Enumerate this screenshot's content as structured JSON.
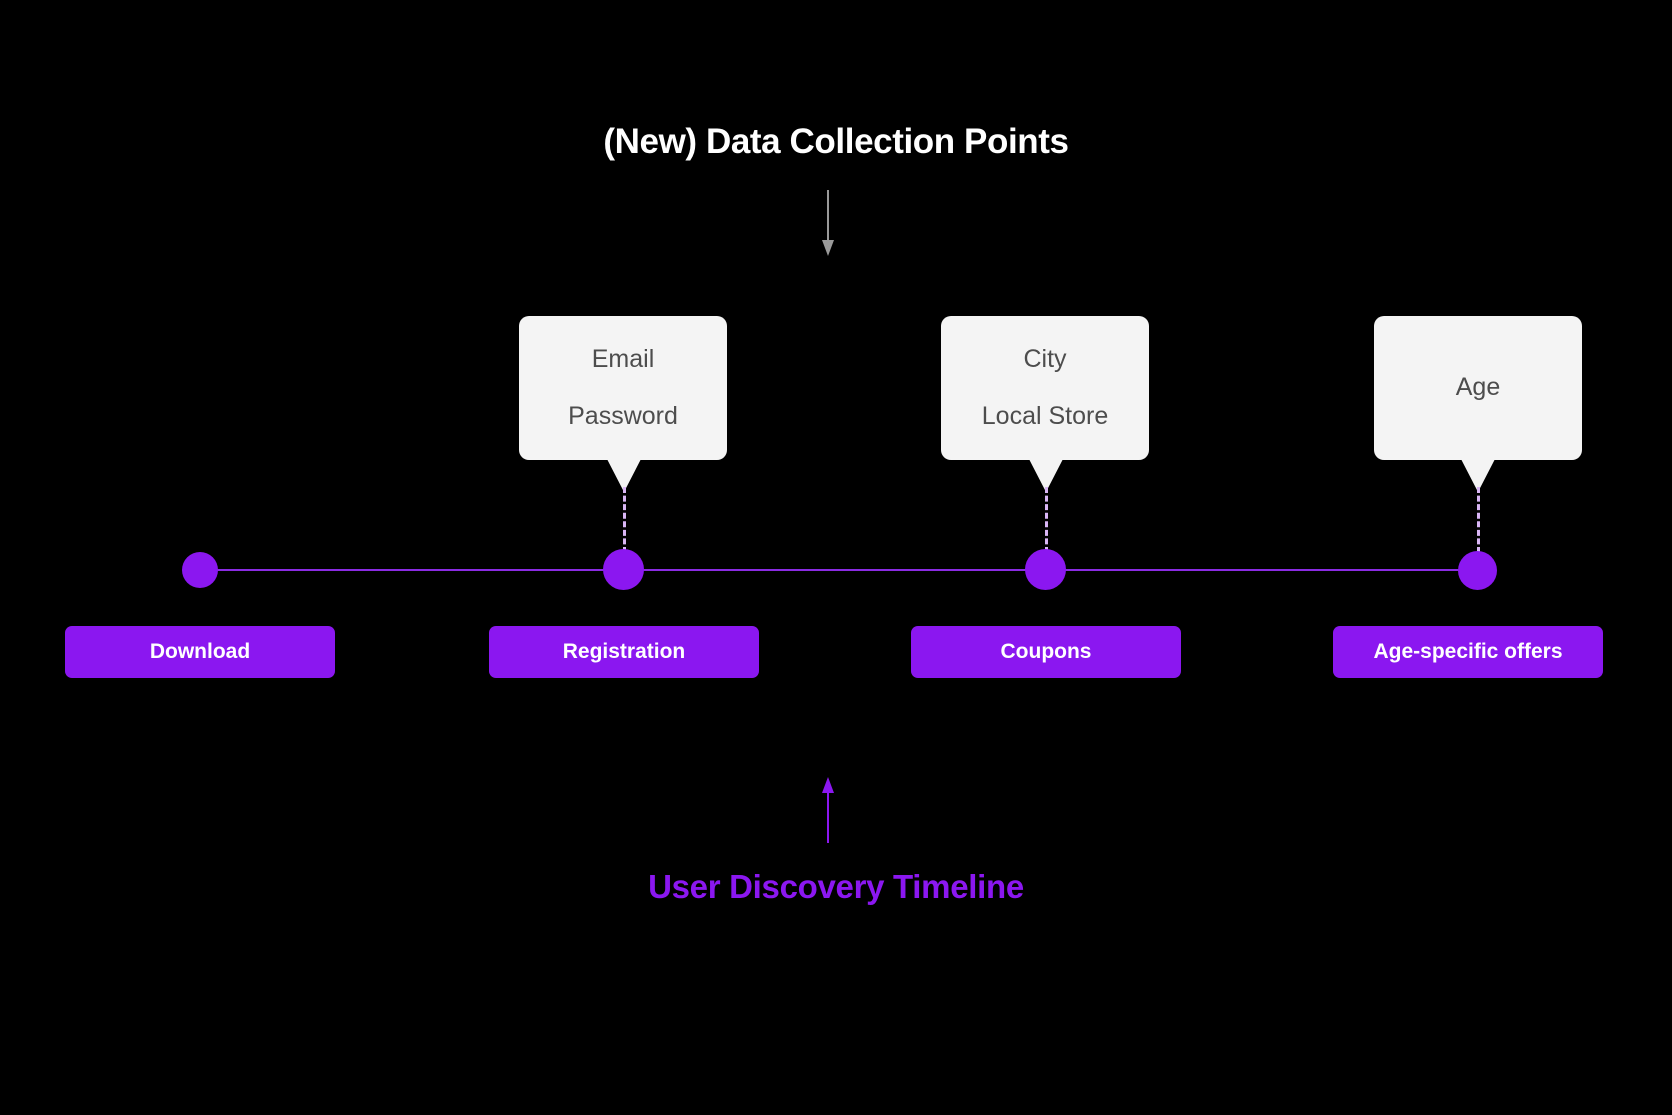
{
  "diagram": {
    "title": "(New) Data Collection Points",
    "caption": "User Discovery Timeline",
    "colors": {
      "background": "#000000",
      "accent_purple": "#8B17F0",
      "timeline_line": "#8a2be2",
      "dashed_connector": "#d9b6f5",
      "callout_background": "#f4f4f4",
      "callout_text": "#4d4d4d",
      "title_text": "#ffffff",
      "top_arrow": "#9a9a9a"
    },
    "top_arrow": {
      "direction": "down",
      "color": "#9a9a9a"
    },
    "bottom_arrow": {
      "direction": "up",
      "color": "#8B17F0"
    }
  },
  "callouts": [
    {
      "id": "registration-callout",
      "lines": [
        "Email",
        "Password"
      ]
    },
    {
      "id": "coupons-callout",
      "lines": [
        "City",
        "Local Store"
      ]
    },
    {
      "id": "age-callout",
      "lines": [
        "Age"
      ]
    }
  ],
  "timeline": {
    "stages": [
      {
        "id": "download",
        "label": "Download"
      },
      {
        "id": "registration",
        "label": "Registration"
      },
      {
        "id": "coupons",
        "label": "Coupons"
      },
      {
        "id": "age-specific-offers",
        "label": "Age-specific offers"
      }
    ]
  }
}
